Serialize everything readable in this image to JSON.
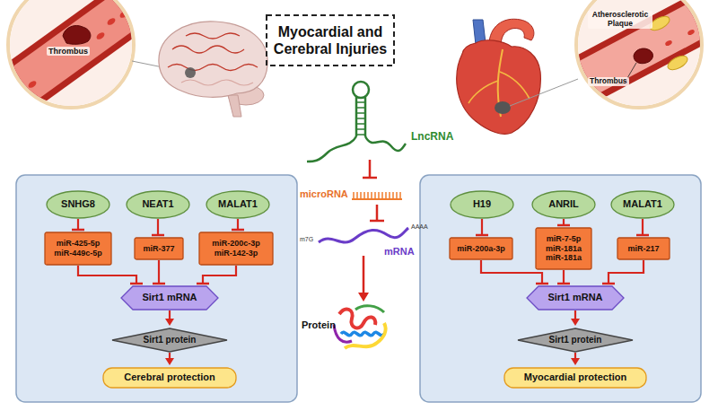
{
  "diagram": {
    "nodes": [
      {
        "text": [
          "Myocardial and Cerebral Injuries"
        ]
      },
      {
        "text": [
          "SNHG8"
        ]
      },
      {
        "text": [
          "NEAT1"
        ]
      },
      {
        "text": [
          "MALAT1"
        ]
      },
      {
        "text": [
          "miR-425-5p miR-449c-5p"
        ]
      },
      {
        "text": [
          "miR-377"
        ]
      },
      {
        "text": [
          "miR-200c-3p miR-142-3p"
        ]
      },
      {
        "text": [
          "Sirt1 mRNA"
        ]
      },
      {
        "text": [
          "Sirt1 protein"
        ]
      },
      {
        "text": [
          "Cerebral protection"
        ]
      },
      {
        "text": [
          "H19"
        ]
      },
      {
        "text": [
          "ANRIL"
        ]
      },
      {
        "text": [
          "MALAT1"
        ]
      },
      {
        "text": [
          "miR-200a-3p"
        ]
      },
      {
        "text": [
          "miR-7-5p miR-181a miR-181a"
        ]
      },
      {
        "text": [
          "miR-217"
        ]
      },
      {
        "text": [
          "Sirt1 mRNA"
        ]
      },
      {
        "text": [
          "Sirt1 protein"
        ]
      },
      {
        "text": [
          "Myocardial protection"
        ]
      }
    ],
    "edges": [
      {
        "from": 1,
        "to": 4,
        "arrow": "to"
      },
      {
        "from": 2,
        "to": 5,
        "arrow": "to"
      },
      {
        "from": 3,
        "to": 6,
        "arrow": "to"
      },
      {
        "from": 4,
        "to": 7,
        "arrow": "to"
      },
      {
        "from": 5,
        "to": 7,
        "arrow": "to"
      },
      {
        "from": 6,
        "to": 7,
        "arrow": "to"
      },
      {
        "from": 7,
        "to": 8,
        "arrow": "to"
      },
      {
        "from": 8,
        "to": 9,
        "arrow": "to"
      },
      {
        "from": 10,
        "to": 13,
        "arrow": "to"
      },
      {
        "from": 11,
        "to": 14,
        "arrow": "to"
      },
      {
        "from": 12,
        "to": 15,
        "arrow": "to"
      },
      {
        "from": 13,
        "to": 16,
        "arrow": "to"
      },
      {
        "from": 14,
        "to": 16,
        "arrow": "to"
      },
      {
        "from": 15,
        "to": 16,
        "arrow": "to"
      },
      {
        "from": 16,
        "to": 17,
        "arrow": "to"
      },
      {
        "from": 17,
        "to": 18,
        "arrow": "to"
      }
    ],
    "labels": [
      "Thrombus",
      "Atherosclerotic Plaque",
      "Thrombus",
      "LncRNA",
      "microRNA",
      "m7G",
      "AAAA",
      "mRNA",
      "Protein"
    ]
  }
}
